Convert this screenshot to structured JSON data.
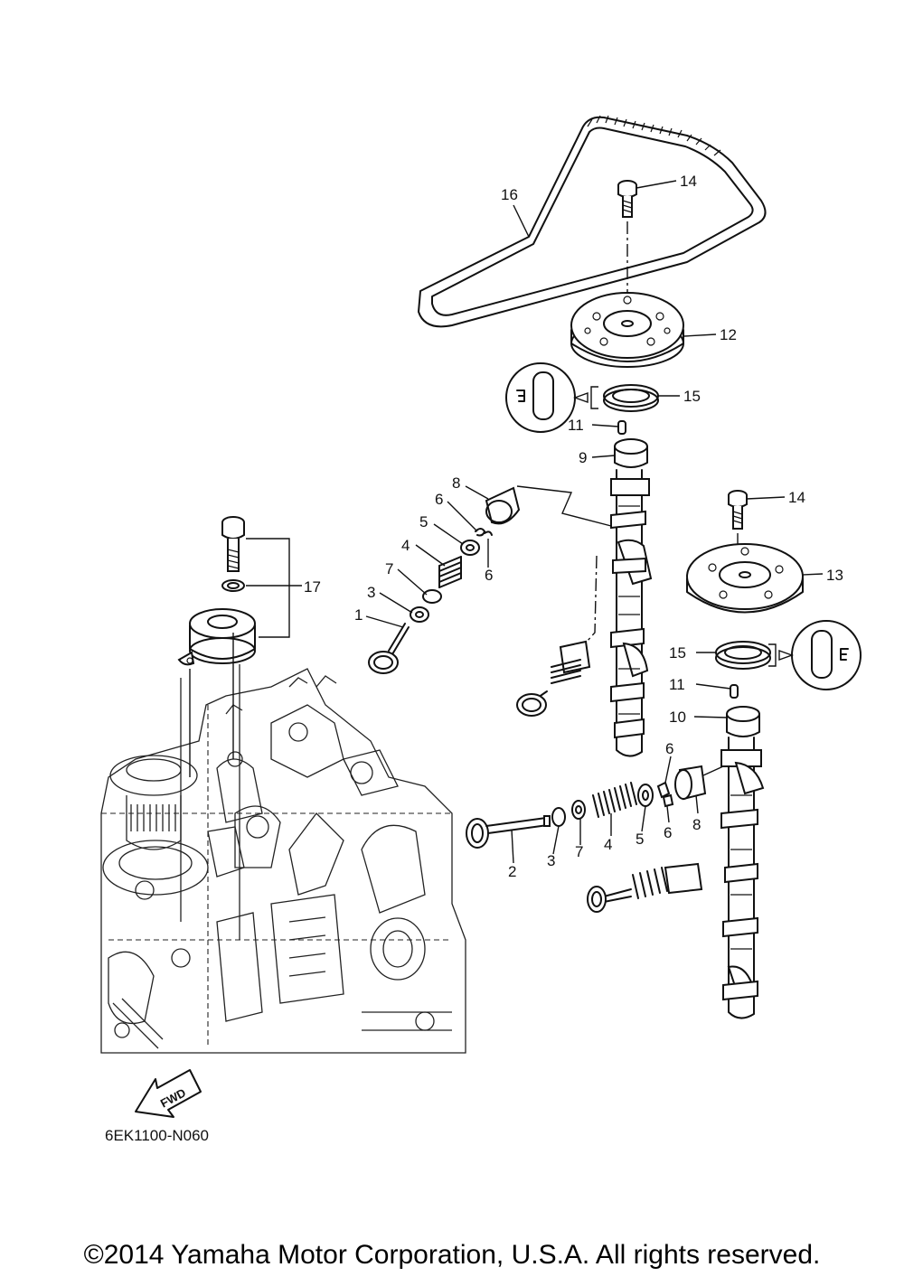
{
  "diagram_code": "6EK1100-N060",
  "copyright": "©2014 Yamaha Motor Corporation, U.S.A. All rights reserved.",
  "fwd_label": "FWD",
  "callouts": [
    {
      "id": "c16",
      "label": "16"
    },
    {
      "id": "c14a",
      "label": "14"
    },
    {
      "id": "c12",
      "label": "12"
    },
    {
      "id": "c15a",
      "label": "15"
    },
    {
      "id": "c11a",
      "label": "11"
    },
    {
      "id": "c9",
      "label": "9"
    },
    {
      "id": "c8a",
      "label": "8"
    },
    {
      "id": "c6a",
      "label": "6"
    },
    {
      "id": "c5a",
      "label": "5"
    },
    {
      "id": "c6b",
      "label": "6"
    },
    {
      "id": "c4a",
      "label": "4"
    },
    {
      "id": "c7a",
      "label": "7"
    },
    {
      "id": "c3a",
      "label": "3"
    },
    {
      "id": "c1",
      "label": "1"
    },
    {
      "id": "c17",
      "label": "17"
    },
    {
      "id": "c14b",
      "label": "14"
    },
    {
      "id": "c13",
      "label": "13"
    },
    {
      "id": "c15b",
      "label": "15"
    },
    {
      "id": "c11b",
      "label": "11"
    },
    {
      "id": "c10",
      "label": "10"
    },
    {
      "id": "c6c",
      "label": "6"
    },
    {
      "id": "c2",
      "label": "2"
    },
    {
      "id": "c3b",
      "label": "3"
    },
    {
      "id": "c7b",
      "label": "7"
    },
    {
      "id": "c4b",
      "label": "4"
    },
    {
      "id": "c5b",
      "label": "5"
    },
    {
      "id": "c6d",
      "label": "6"
    },
    {
      "id": "c8b",
      "label": "8"
    }
  ]
}
